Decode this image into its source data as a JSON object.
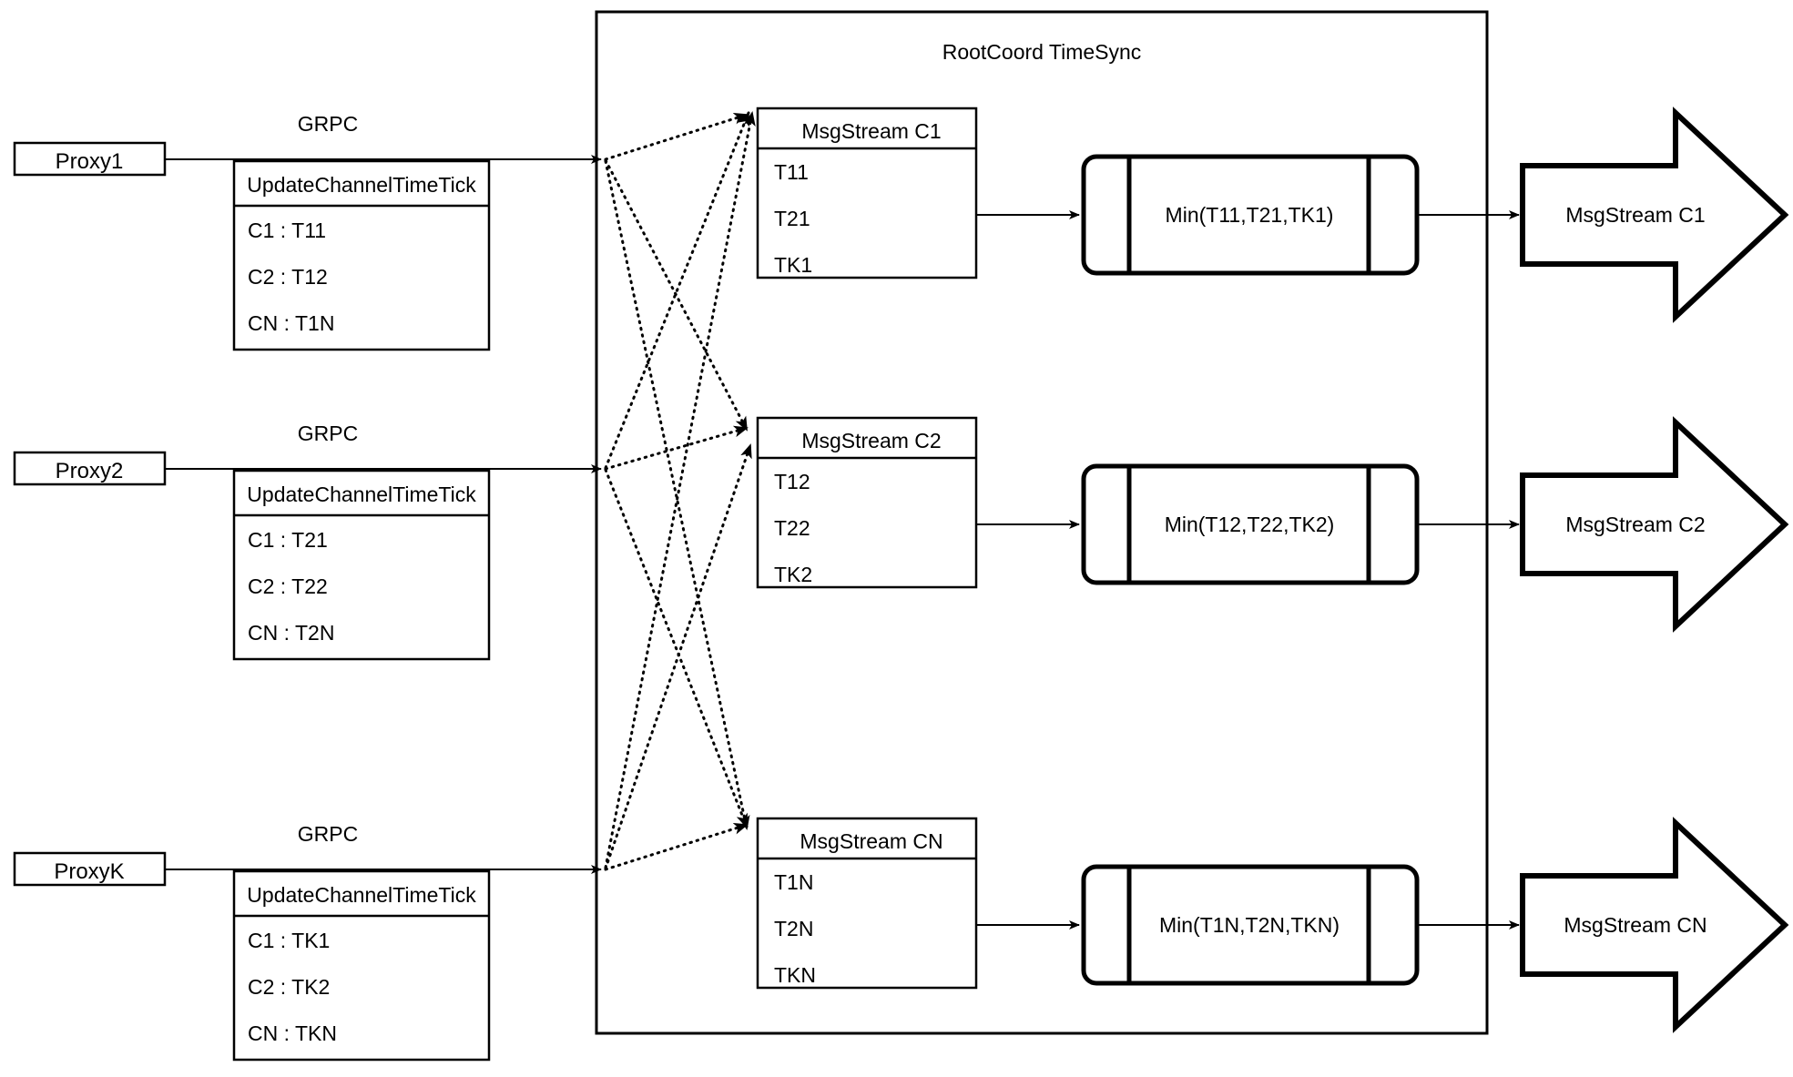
{
  "diagram": {
    "title": "RootCoord TimeSync",
    "container_label": "RootCoord TimeSync"
  },
  "proxies": [
    {
      "name": "Proxy1",
      "protocol": "GRPC",
      "request": {
        "header": "UpdateChannelTimeTick",
        "rows": [
          "C1 :  T11",
          "C2 :  T12",
          "CN : T1N"
        ]
      }
    },
    {
      "name": "Proxy2",
      "protocol": "GRPC",
      "request": {
        "header": "UpdateChannelTimeTick",
        "rows": [
          "C1 :  T21",
          "C2 :  T22",
          "CN : T2N"
        ]
      }
    },
    {
      "name": "ProxyK",
      "protocol": "GRPC",
      "request": {
        "header": "UpdateChannelTimeTick",
        "rows": [
          "C1 :  TK1",
          "C2 :  TK2",
          "CN : TKN"
        ]
      }
    }
  ],
  "channels": [
    {
      "stream": {
        "header": "MsgStream C1",
        "rows": [
          "T11",
          "T21",
          "TK1"
        ]
      },
      "process": "Min(T11,T21,TK1)",
      "output": "MsgStream C1"
    },
    {
      "stream": {
        "header": "MsgStream C2",
        "rows": [
          "T12",
          "T22",
          "TK2"
        ]
      },
      "process": "Min(T12,T22,TK2)",
      "output": "MsgStream C2"
    },
    {
      "stream": {
        "header": "MsgStream CN",
        "rows": [
          "T1N",
          "T2N",
          "TKN"
        ]
      },
      "process": "Min(T1N,T2N,TKN)",
      "output": "MsgStream CN"
    }
  ],
  "colors": {
    "stroke": "#000000",
    "background": "#ffffff"
  }
}
